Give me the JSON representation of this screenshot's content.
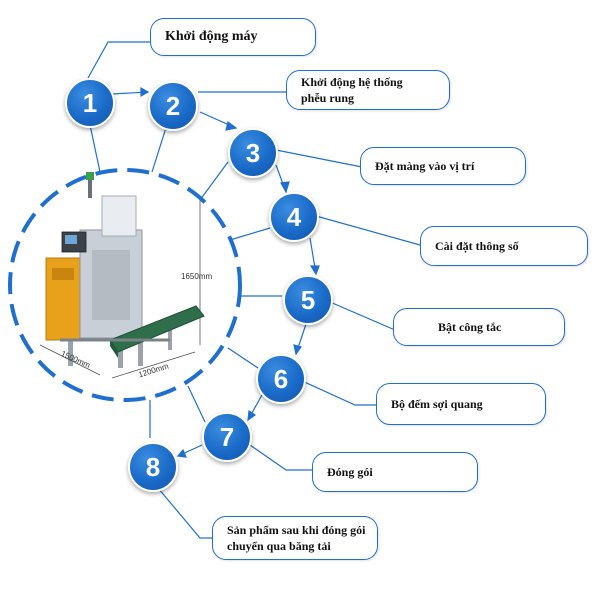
{
  "steps": [
    {
      "number": "1",
      "label": "Khởi động máy"
    },
    {
      "number": "2",
      "label": "Khởi động hệ thống phễu rung"
    },
    {
      "number": "3",
      "label": "Đặt màng vào vị trí"
    },
    {
      "number": "4",
      "label": "Cài đặt thông số"
    },
    {
      "number": "5",
      "label": "Bật công tắc"
    },
    {
      "number": "6",
      "label": "Bộ đếm sợi quang"
    },
    {
      "number": "7",
      "label": "Đóng gói"
    },
    {
      "number": "8",
      "label": "Sản phẩm sau khi đóng gói chuyển qua băng tải"
    }
  ],
  "machine": {
    "height_label": "1650mm",
    "width_label": "1500mm",
    "depth_label": "1200mm"
  },
  "colors": {
    "accent": "#1f6fd0",
    "circle_fill": "#1a6ac8",
    "machine_orange": "#e8a11a",
    "conveyor_green": "#2f6e4a"
  }
}
